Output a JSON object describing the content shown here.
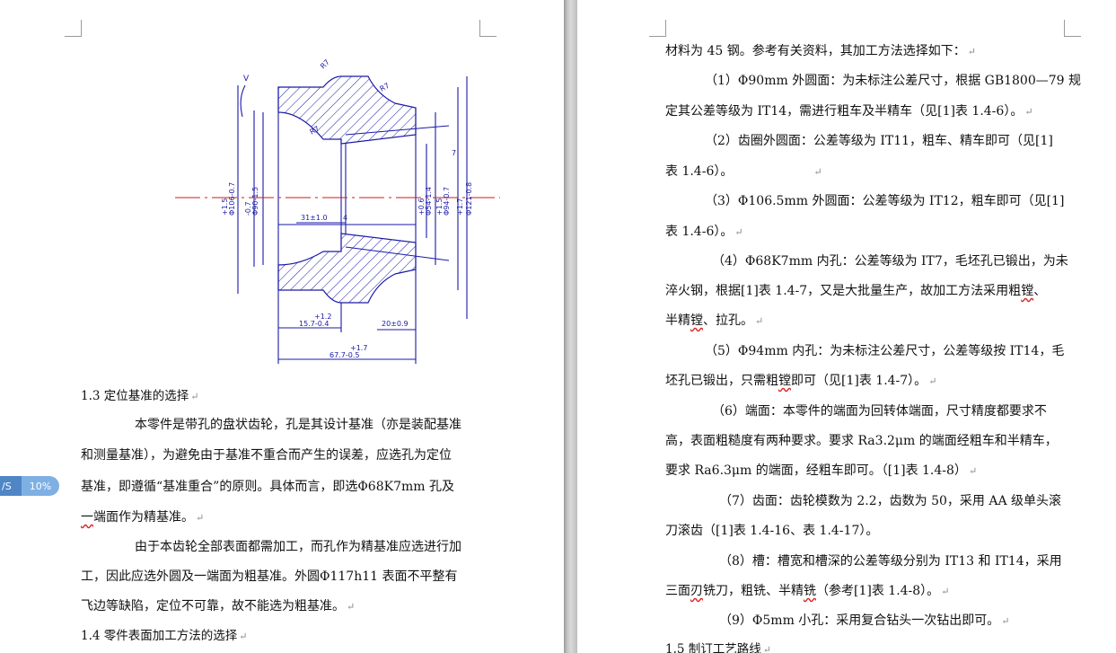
{
  "left_page": {
    "drawing": {
      "labels": {
        "r_top": "R7",
        "r_right": "R7",
        "r_inner": "R7",
        "d_left_tol": "+1.5",
        "d_left": "Φ106-0.7",
        "d_left2_tol": "-0.7",
        "d_left2": "Φ90-1.5",
        "d_bore_tol": "+0.6",
        "d_bore": "Φ54-1.4",
        "d_inner_tol": "+1.5",
        "d_inner": "Φ94-0.7",
        "d_outer_tol": "+1.7",
        "d_outer": "Φ121-0.8",
        "right_tick": "7",
        "dim_31": "31±1.0",
        "dim_4": "4",
        "dim_157_tol": "+1.2",
        "dim_157": "15.7-0.4",
        "dim_20": "20±0.9",
        "dim_677_tol": "+1.7",
        "dim_677": "67.7-0.5",
        "v_mark": "V"
      }
    },
    "heading_13": "1.3 定位基准的选择",
    "p1_l1": "本零件是带孔的盘状齿轮，孔是其设计基准（亦是装配基准",
    "p1_l2": "和测量基准），为避免由于基准不重合而产生的误差，应选孔为定位",
    "p1_l3": "基准，即遵循“基准重合”的原则。具体而言，即选Φ68K7mm 孔及",
    "p1_l4_a": "一",
    "p1_l4_b": "端面作为精基准。",
    "p2_l1": "由于本齿轮全部表面都需加工，而孔作为精基准应选进行加",
    "p2_l2": "工，因此应选外圆及一端面为粗基准。外圆Φ117h11 表面不平整有",
    "p2_l3": "飞边等缺陷，定位不可靠，故不能选为粗基准。",
    "heading_14": "1.4 零件表面加工方法的选择",
    "zoom_left": "/S",
    "zoom_right": "10%",
    "mark": "↵"
  },
  "right_page": {
    "l01": "材料为 45 钢。参考有关资料，其加工方法选择如下：",
    "l02": "（1）Φ90mm 外圆面：为未标注公差尺寸，根据 GB1800—79 规",
    "l03": "定其公差等级为 IT14，需进行粗车及半精车（见[1]表 1.4-6）。",
    "l04": "（2）齿圈外圆面：公差等级为 IT11，粗车、精车即可（见[1]",
    "l05": "表 1.4-6）。",
    "l06": "（3）Φ106.5mm 外圆面：公差等级为 IT12，粗车即可（见[1]",
    "l07": "表 1.4-6）。",
    "l08": "（4）Φ68K7mm 内孔：公差等级为 IT7，毛坯孔已锻出，为未",
    "l09_a": "淬火钢，根据[1]表 1.4-7，又是大批量生产，故加工方法采用粗",
    "l09_b": "镗",
    "l09_c": "、",
    "l10_a": "半精",
    "l10_b": "镗",
    "l10_c": "、拉孔。",
    "l11": "（5）Φ94mm 内孔：为未标注公差尺寸，公差等级按 IT14，毛",
    "l12_a": "坯孔已锻出，只需粗",
    "l12_b": "镗",
    "l12_c": "即可（见[1]表 1.4-7）。",
    "l13": "（6）端面：本零件的端面为回转体端面，尺寸精度都要求不",
    "l14": "高，表面粗糙度有两种要求。要求 Ra3.2μm 的端面经粗车和半精车，",
    "l15": "要求 Ra6.3μm 的端面，经粗车即可。（[1]表 1.4-8）",
    "l16": "（7）齿面：齿轮模数为 2.2，齿数为 50，采用 AA 级单头滚",
    "l17": "刀滚齿（[1]表 1.4-16、表 1.4-17）。",
    "l18": "（8）槽：槽宽和槽深的公差等级分别为 IT13 和 IT14，采用",
    "l19_a": "三面",
    "l19_b": "刃",
    "l19_c": "铣刀，粗铣、半精",
    "l19_d": "铣",
    "l19_e": "（参考[1]表 1.4-8）。",
    "l20": "（9）Φ5mm 小孔：采用复合钻头一次钻出即可。",
    "l21": "1.5 制订工艺路线",
    "mark": "↵"
  }
}
